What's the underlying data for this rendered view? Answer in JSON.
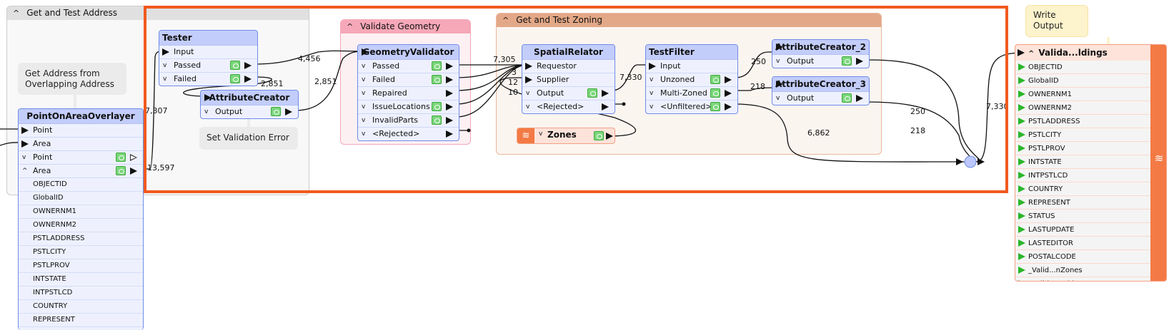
{
  "bookmarks": {
    "address": {
      "title": "Get and Test Address",
      "color": "#e0e0e0"
    },
    "geometry": {
      "title": "Validate Geometry",
      "color": "#f7a8b8"
    },
    "zoning": {
      "title": "Get and Test Zoning",
      "color": "#e3a887"
    }
  },
  "selection_color": "#f15a1f",
  "annotations": {
    "address": "Get Address from Overlapping Address",
    "validation": "Set Validation Error",
    "write": "Write Output"
  },
  "transformers": {
    "pointonarea": {
      "title": "PointOnAreaOverlayer",
      "ports": [
        {
          "label": "Point",
          "kind": "in"
        },
        {
          "label": "Area",
          "kind": "in"
        },
        {
          "label": "Point",
          "kind": "out",
          "expand": "v",
          "eye": true,
          "hollow": true
        },
        {
          "label": "Area",
          "kind": "out",
          "expand": "^",
          "eye": true
        }
      ],
      "attributes": [
        "OBJECTID",
        "GlobalID",
        "OWNERNM1",
        "OWNERNM2",
        "PSTLADDRESS",
        "PSTLCITY",
        "PSTLPROV",
        "INTSTATE",
        "INTPSTLCD",
        "COUNTRY",
        "REPRESENT"
      ]
    },
    "tester": {
      "title": "Tester",
      "ports": [
        {
          "label": "Input",
          "kind": "in"
        },
        {
          "label": "Passed",
          "kind": "out",
          "expand": "v",
          "eye": true
        },
        {
          "label": "Failed",
          "kind": "out",
          "expand": "v",
          "eye": true
        }
      ]
    },
    "attrcreator": {
      "title": "AttributeCreator",
      "input_header": true,
      "ports": [
        {
          "label": "Output",
          "kind": "out",
          "expand": "v",
          "eye": true
        }
      ]
    },
    "geomvalidator": {
      "title": "GeometryValidator",
      "input_header": true,
      "ports": [
        {
          "label": "Passed",
          "kind": "out",
          "expand": "v",
          "eye": true
        },
        {
          "label": "Failed",
          "kind": "out",
          "expand": "v",
          "eye": true
        },
        {
          "label": "Repaired",
          "kind": "out",
          "expand": "v",
          "eye": false
        },
        {
          "label": "IssueLocations",
          "kind": "out",
          "expand": "v",
          "eye": true
        },
        {
          "label": "InvalidParts",
          "kind": "out",
          "expand": "v",
          "eye": true
        },
        {
          "label": "<Rejected>",
          "kind": "out",
          "expand": "v",
          "eye": false
        }
      ]
    },
    "spatialrelator": {
      "title": "SpatialRelator",
      "ports": [
        {
          "label": "Requestor",
          "kind": "in"
        },
        {
          "label": "Supplier",
          "kind": "in"
        },
        {
          "label": "Output",
          "kind": "out",
          "expand": "v",
          "eye": true
        },
        {
          "label": "<Rejected>",
          "kind": "out",
          "expand": "v",
          "eye": false
        }
      ]
    },
    "testfilter": {
      "title": "TestFilter",
      "ports": [
        {
          "label": "Input",
          "kind": "in"
        },
        {
          "label": "Unzoned",
          "kind": "out",
          "expand": "v",
          "eye": true
        },
        {
          "label": "Multi-Zoned",
          "kind": "out",
          "expand": "v",
          "eye": true
        },
        {
          "label": "<Unfiltered>",
          "kind": "out",
          "expand": "v",
          "eye": true
        }
      ]
    },
    "attrcreator2": {
      "title": "AttributeCreator_2",
      "input_header": true,
      "ports": [
        {
          "label": "Output",
          "kind": "out",
          "expand": "v",
          "eye": true
        }
      ]
    },
    "attrcreator3": {
      "title": "AttributeCreator_3",
      "input_header": true,
      "ports": [
        {
          "label": "Output",
          "kind": "out",
          "expand": "v",
          "eye": true
        }
      ]
    }
  },
  "reader": {
    "title": "Zones",
    "icon": "layers-icon",
    "color": "#f37a45"
  },
  "writer": {
    "title": "Valida...ldings",
    "icon": "layers-icon",
    "color": "#f37a45",
    "attributes": [
      "OBJECTID",
      "GlobalID",
      "OWNERNM1",
      "OWNERNM2",
      "PSTLADDRESS",
      "PSTLCITY",
      "PSTLPROV",
      "INTSTATE",
      "INTPSTLCD",
      "COUNTRY",
      "REPRESENT",
      "STATUS",
      "LASTUPDATE",
      "LASTEDITOR",
      "POSTALCODE",
      "_Valid...nZones",
      "_Valida...Address"
    ]
  },
  "feature_counts": {
    "c7307": "7,307",
    "c13597": "13,597",
    "c2851a": "2,851",
    "c4456": "4,456",
    "c2851b": "2,851",
    "c7305": "7,305",
    "c3": "3",
    "c12": "12",
    "c10": "10",
    "c7330a": "7,330",
    "c250a": "250",
    "c218a": "218",
    "c6862": "6,862",
    "c250b": "250",
    "c218b": "218",
    "c7330b": "7,330"
  }
}
